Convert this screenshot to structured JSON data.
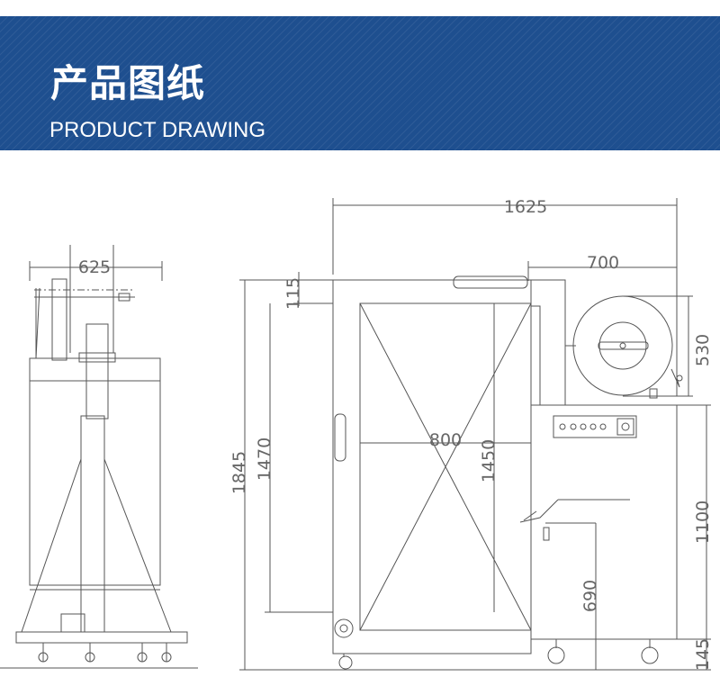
{
  "header": {
    "title_cn": "产品图纸",
    "title_en": "PRODUCT DRAWING"
  },
  "dimensions": {
    "side_width": "625",
    "overall_width": "1625",
    "head_width": "700",
    "top_height": "115",
    "overall_height": "1845",
    "frame_height": "1470",
    "arch_width": "800",
    "arch_height": "1450",
    "coil_height": "530",
    "table_height": "1100",
    "table_top": "690",
    "wheel_height": "145"
  },
  "colors": {
    "banner": "#1e4f8f",
    "line": "#555555"
  }
}
